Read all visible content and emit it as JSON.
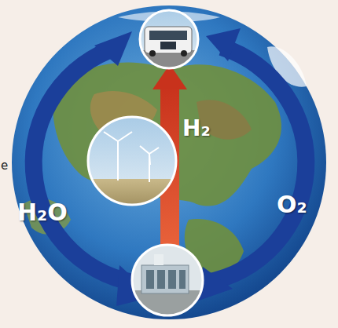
{
  "diagram": {
    "labels": [
      "H₂O",
      "H₂",
      "O₂",
      "e"
    ]
  }
}
